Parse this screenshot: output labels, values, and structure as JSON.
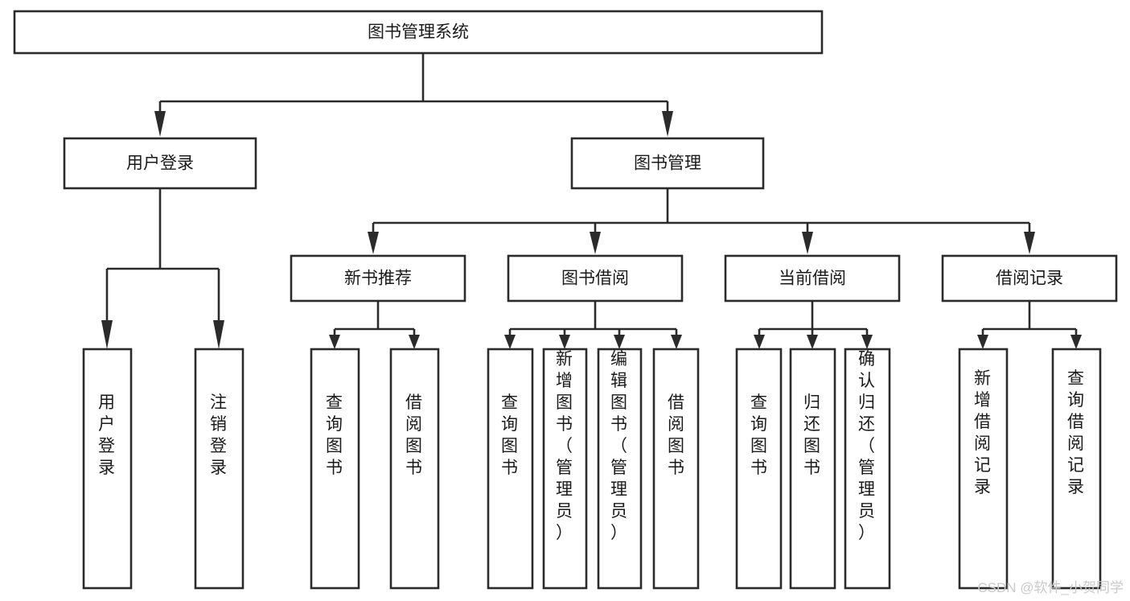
{
  "diagram": {
    "type": "tree-hierarchy-chart",
    "title": "图书管理系统",
    "background_color": "#ffffff",
    "line_color": "#2b2b2b",
    "text_color": "#1a1a1a",
    "watermark": "CSDN @软件_小贺同学",
    "levels": {
      "root": {
        "label": "图书管理系统",
        "orientation": "horizontal"
      },
      "level2": [
        {
          "id": "user-login",
          "label": "用户登录",
          "orientation": "horizontal"
        },
        {
          "id": "book-management",
          "label": "图书管理",
          "orientation": "horizontal"
        }
      ],
      "level3": [
        {
          "id": "new-book-recommend",
          "label": "新书推荐",
          "orientation": "horizontal",
          "parent": "book-management"
        },
        {
          "id": "book-borrow",
          "label": "图书借阅",
          "orientation": "horizontal",
          "parent": "book-management"
        },
        {
          "id": "current-borrow",
          "label": "当前借阅",
          "orientation": "horizontal",
          "parent": "book-management"
        },
        {
          "id": "borrow-record",
          "label": "借阅记录",
          "orientation": "horizontal",
          "parent": "book-management"
        }
      ],
      "leaves": [
        {
          "id": "leaf-user-login",
          "label": "用户登录",
          "orientation": "vertical",
          "parent": "user-login"
        },
        {
          "id": "leaf-user-logout",
          "label": "注销登录",
          "orientation": "vertical",
          "parent": "user-login"
        },
        {
          "id": "leaf-query-book-1",
          "label": "查询图书",
          "orientation": "vertical",
          "parent": "new-book-recommend"
        },
        {
          "id": "leaf-borrow-book-1",
          "label": "借阅图书",
          "orientation": "vertical",
          "parent": "new-book-recommend"
        },
        {
          "id": "leaf-query-book-2",
          "label": "查询图书",
          "orientation": "vertical",
          "parent": "book-borrow"
        },
        {
          "id": "leaf-add-book",
          "label": "新增图书（管理员）",
          "orientation": "vertical",
          "parent": "book-borrow"
        },
        {
          "id": "leaf-edit-book",
          "label": "编辑图书（管理员）",
          "orientation": "vertical",
          "parent": "book-borrow"
        },
        {
          "id": "leaf-borrow-book-2",
          "label": "借阅图书",
          "orientation": "vertical",
          "parent": "book-borrow"
        },
        {
          "id": "leaf-query-book-3",
          "label": "查询图书",
          "orientation": "vertical",
          "parent": "current-borrow"
        },
        {
          "id": "leaf-return-book",
          "label": "归还图书",
          "orientation": "vertical",
          "parent": "current-borrow"
        },
        {
          "id": "leaf-confirm-return",
          "label": "确认归还（管理员）",
          "orientation": "vertical",
          "parent": "current-borrow"
        },
        {
          "id": "leaf-add-record",
          "label": "新增借阅记录",
          "orientation": "vertical",
          "parent": "borrow-record"
        },
        {
          "id": "leaf-query-record",
          "label": "查询借阅记录",
          "orientation": "vertical",
          "parent": "borrow-record"
        }
      ]
    }
  }
}
